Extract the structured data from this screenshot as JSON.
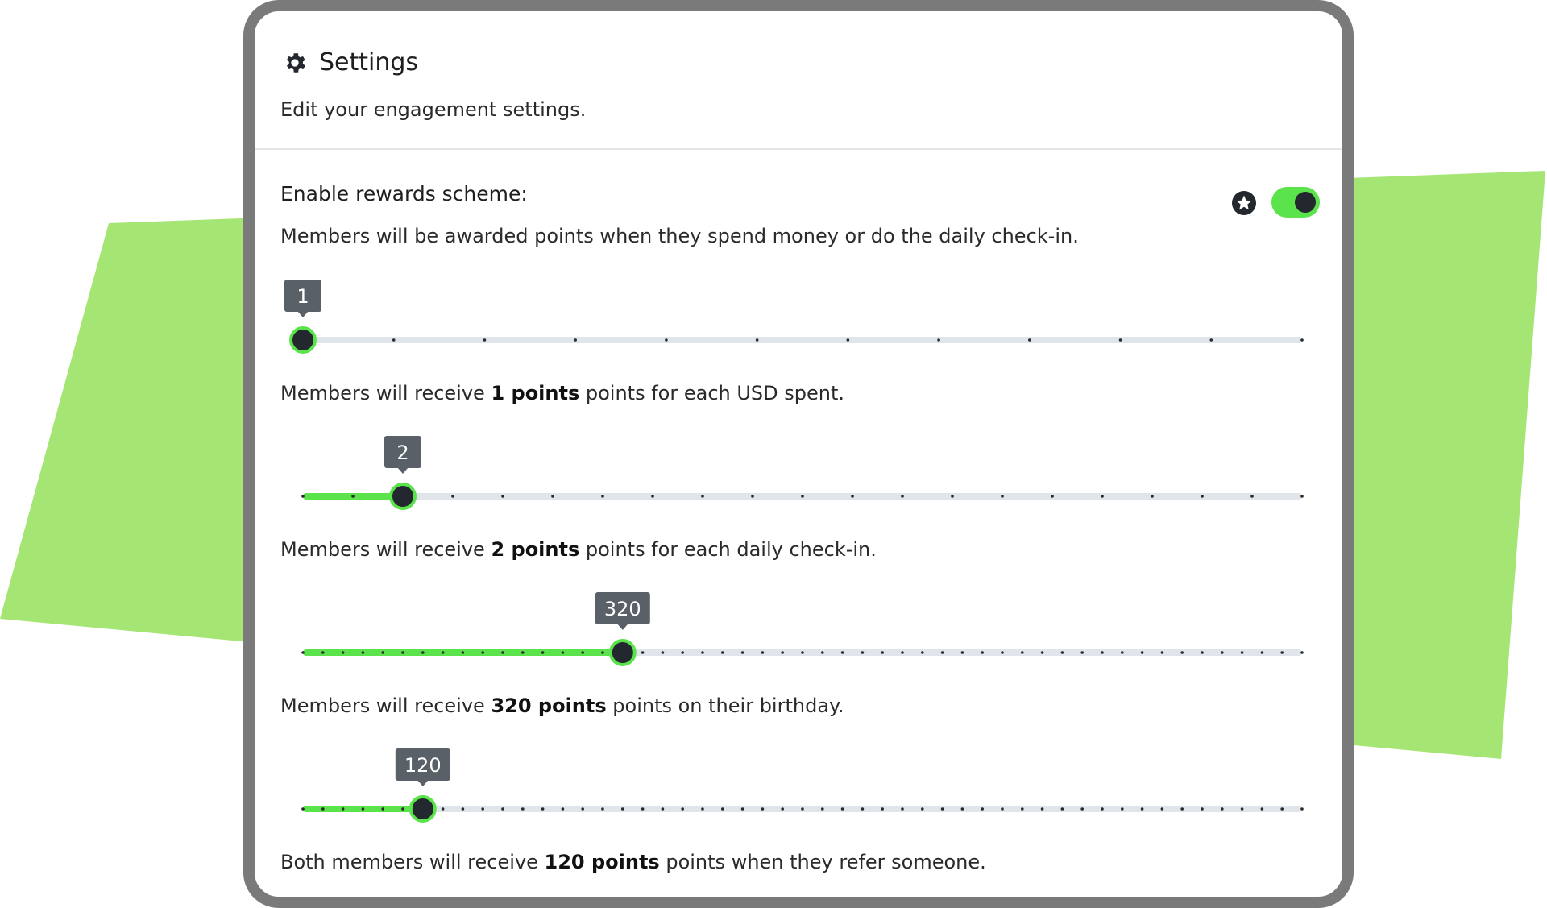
{
  "header": {
    "title": "Settings",
    "subtitle": "Edit your engagement settings."
  },
  "rewards": {
    "title": "Enable rewards scheme:",
    "description": "Members will be awarded points when they spend money or do the daily check-in.",
    "toggle_on": true
  },
  "sliders": [
    {
      "value": 1,
      "tooltip": "1",
      "fraction": 0,
      "ticks": 12,
      "text_before": "Members will receive ",
      "text_bold": "1 points",
      "text_after": " points for each USD spent."
    },
    {
      "value": 2,
      "tooltip": "2",
      "fraction": 0.1,
      "ticks": 21,
      "text_before": "Members will receive ",
      "text_bold": "2 points",
      "text_after": " points for each daily check-in."
    },
    {
      "value": 320,
      "tooltip": "320",
      "fraction": 0.32,
      "ticks": 51,
      "text_before": "Members will receive ",
      "text_bold": "320 points",
      "text_after": " points on their birthday."
    },
    {
      "value": 120,
      "tooltip": "120",
      "fraction": 0.12,
      "ticks": 51,
      "text_before": "Both members will receive ",
      "text_bold": "120 points",
      "text_after": " points when they refer someone."
    }
  ],
  "colors": {
    "accent": "#5ae34a",
    "track": "#dfe5ea",
    "knob": "#23272e",
    "tooltip": "#5a6068",
    "background_shape": "#a5e573",
    "frame": "#7a7a7a"
  }
}
